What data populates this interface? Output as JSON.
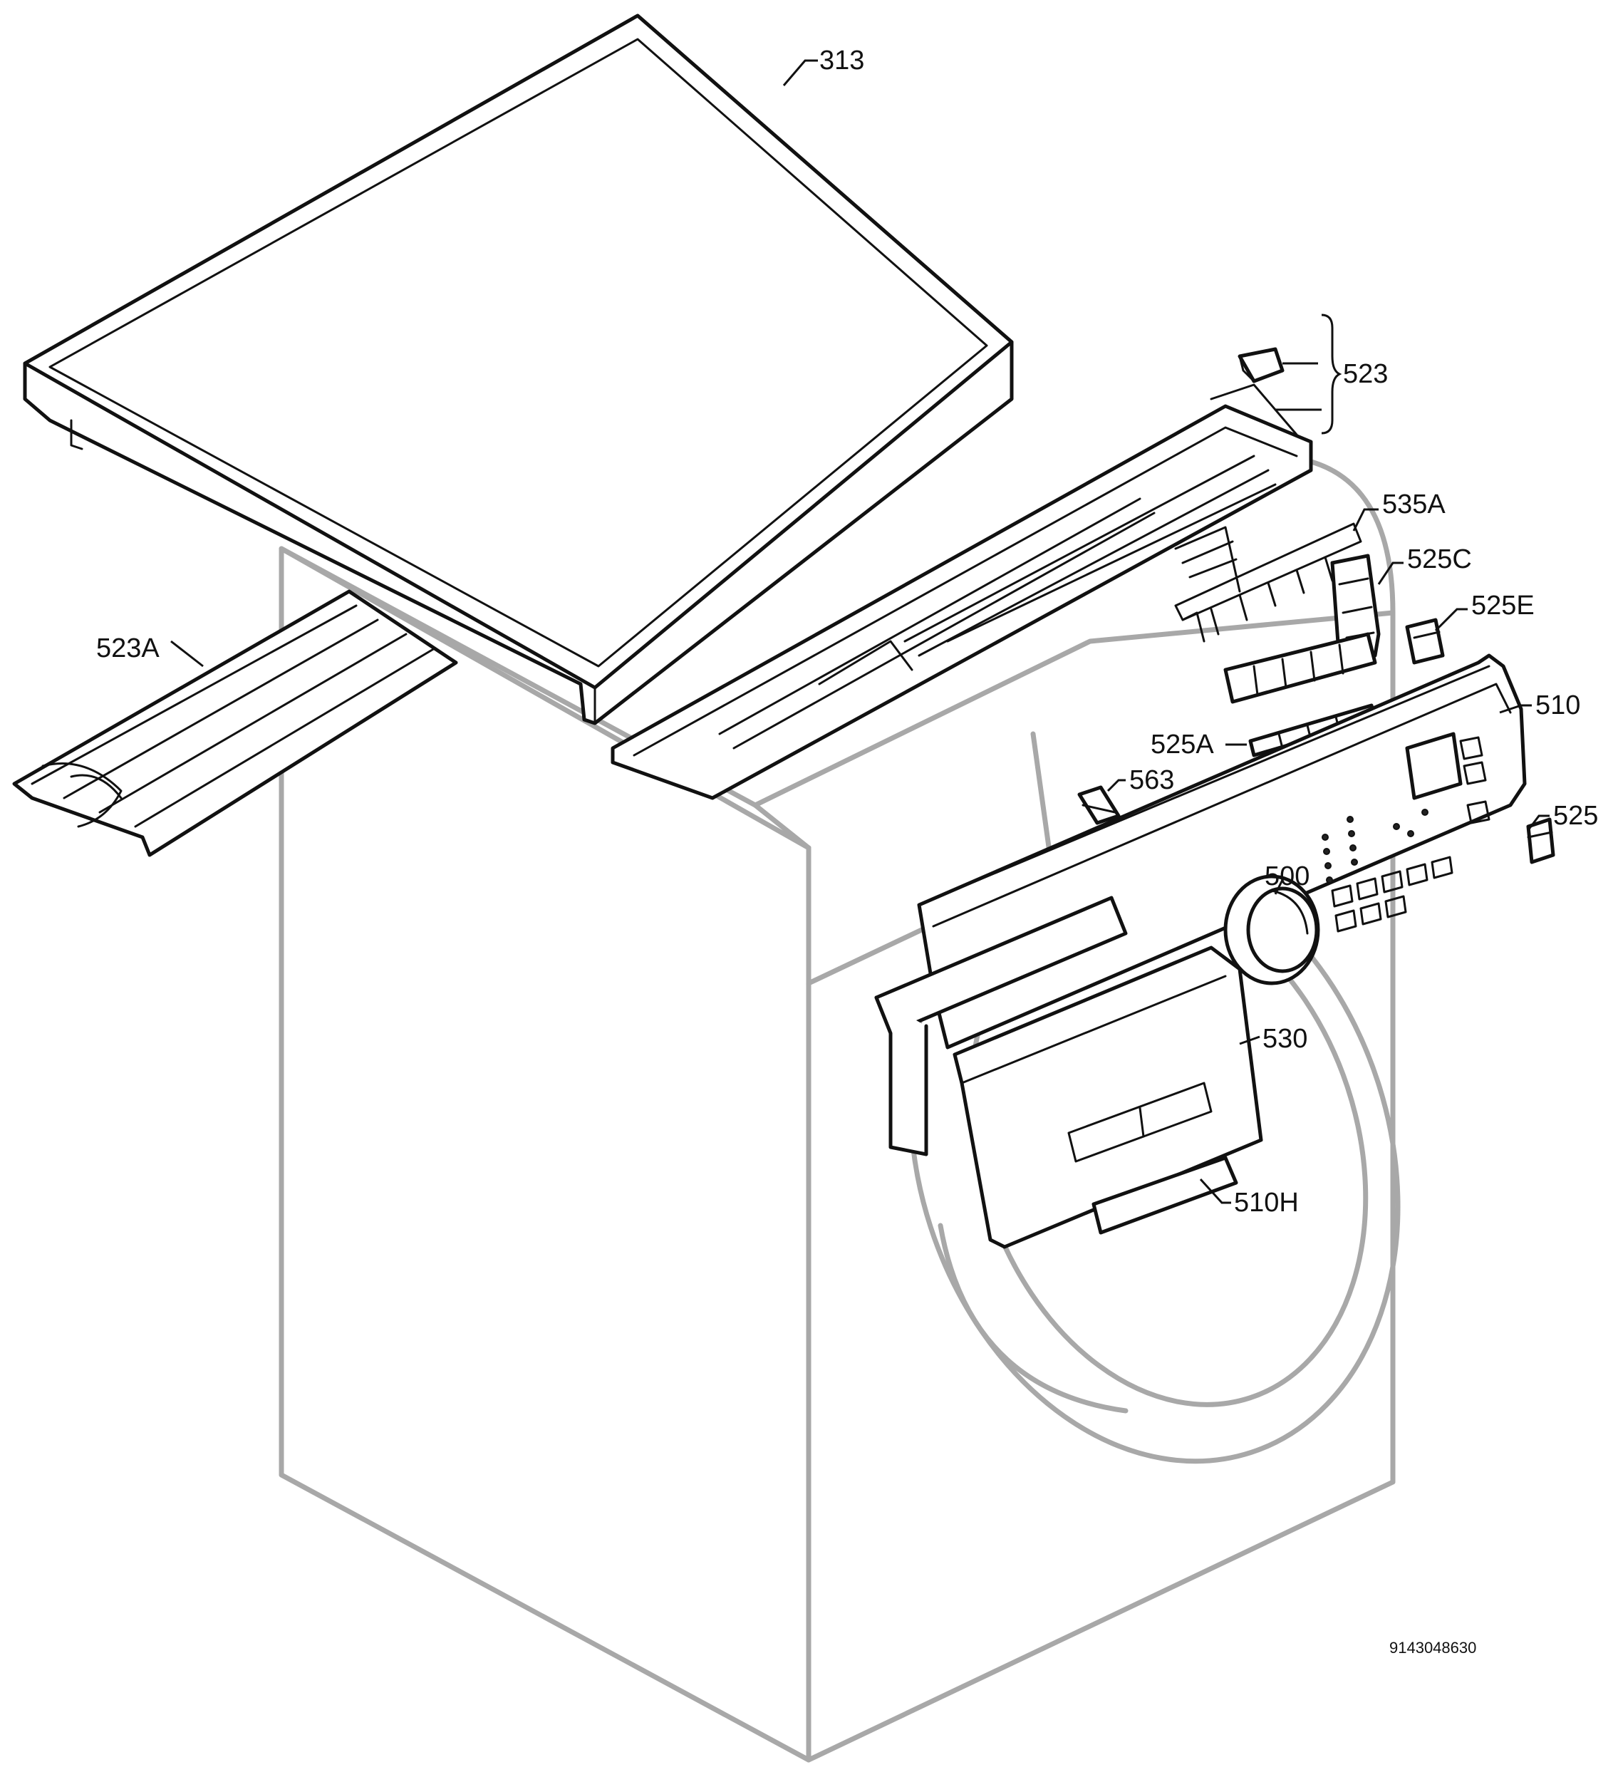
{
  "labels": {
    "p313": "313",
    "p523": "523",
    "p523A": "523A",
    "p535A": "535A",
    "p525C": "525C",
    "p525E": "525E",
    "p510": "510",
    "p525A": "525A",
    "p563": "563",
    "p525": "525",
    "p500": "500",
    "p530": "530",
    "p510H": "510H"
  },
  "document_number": "9143048630"
}
